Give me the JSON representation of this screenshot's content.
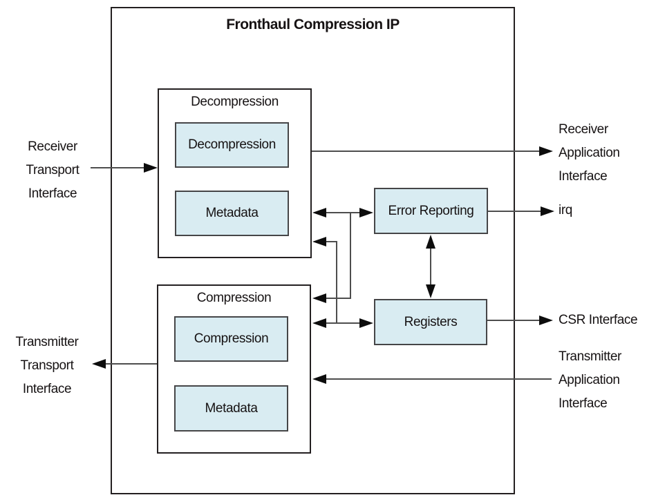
{
  "colors": {
    "block_fill": "#d9ecf2",
    "border": "#231f20",
    "line": "#4d4d4d",
    "arrow": "#0d0d0d"
  },
  "diagram": {
    "title": "Fronthaul Compression IP",
    "decompression_group": {
      "title": "Decompression",
      "engine_block": "Decompression",
      "metadata_block": "Metadata"
    },
    "compression_group": {
      "title": "Compression",
      "engine_block": "Compression",
      "metadata_block": "Metadata"
    },
    "error_reporting_block": "Error Reporting",
    "registers_block": "Registers",
    "external_labels": {
      "receiver_transport": [
        "Receiver",
        "Transport",
        "Interface"
      ],
      "receiver_application": [
        "Receiver",
        "Application",
        "Interface"
      ],
      "irq": "irq",
      "csr": "CSR Interface",
      "transmitter_application": [
        "Transmitter",
        "Application",
        "Interface"
      ],
      "transmitter_transport": [
        "Transmitter",
        "Transport",
        "Interface"
      ]
    }
  }
}
